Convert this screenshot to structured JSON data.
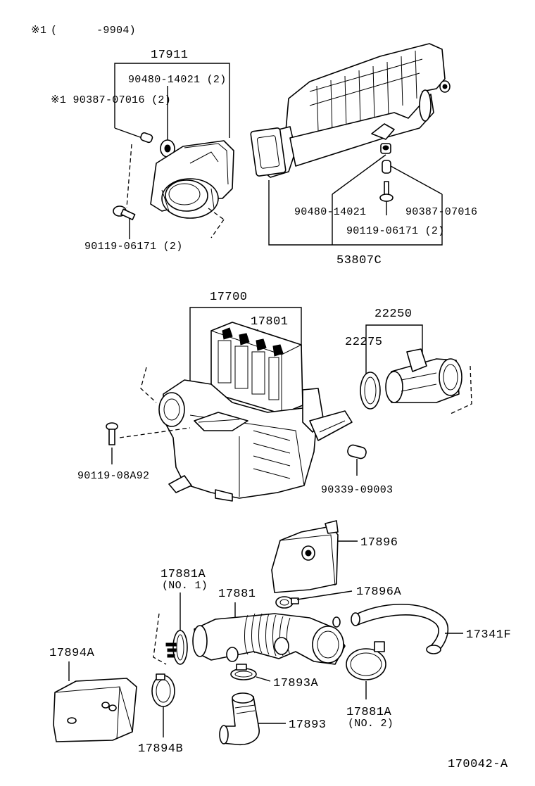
{
  "header": {
    "note_symbol": "※1",
    "note_range": "(      -9904)"
  },
  "diagram_number": "170042-A",
  "callouts": {
    "p17911": "17911",
    "p90480_14021_2": "90480-14021 (2)",
    "p90387_07016_2": "※1 90387-07016 (2)",
    "p90119_06171_2_left": "90119-06171 (2)",
    "p90480_14021": "90480-14021",
    "p90387_07016": "90387-07016",
    "p90119_06171_2_right": "90119-06171 (2)",
    "p53807C": "53807C",
    "p17700": "17700",
    "p17801": "17801",
    "p22250": "22250",
    "p22275": "22275",
    "p90119_08A92": "90119-08A92",
    "p90339_09003": "90339-09003",
    "p17896": "17896",
    "p17881A_1": "17881A",
    "p17881A_1_sub": "(NO. 1)",
    "p17881": "17881",
    "p17896A": "17896A",
    "p17341F": "17341F",
    "p17894A": "17894A",
    "p17893A": "17893A",
    "p17893": "17893",
    "p17881A_2": "17881A",
    "p17881A_2_sub": "(NO. 2)",
    "p17894B": "17894B"
  }
}
